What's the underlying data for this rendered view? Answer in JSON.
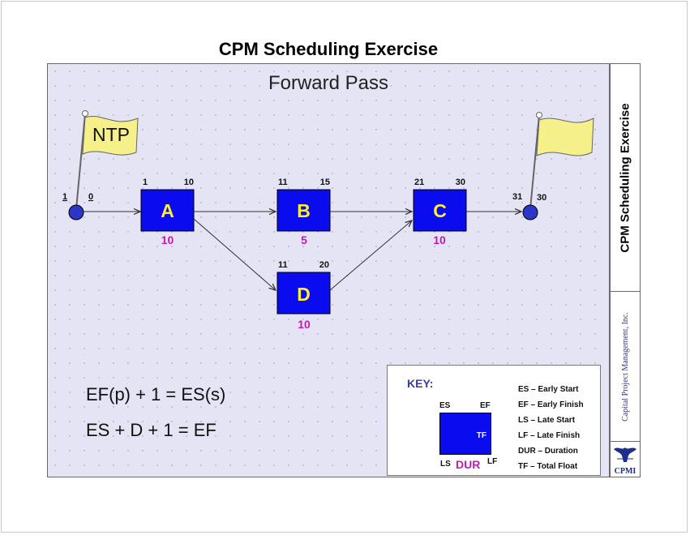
{
  "title": "CPM Scheduling Exercise",
  "subtitle": "Forward Pass",
  "side_panel": {
    "title": "CPM Scheduling Exercise",
    "company": "Capital Project Management, Inc.",
    "logo_text": "CPMI"
  },
  "colors": {
    "activity_fill": "#0b0bf0",
    "activity_letter": "#ffee33",
    "duration_text": "#c21ab4",
    "node_fill": "#2b35c8",
    "flag_fill": "#f6f08a"
  },
  "start_flag": {
    "label": "NTP"
  },
  "start_node": {
    "left_label": "1",
    "right_label": "0"
  },
  "end_node": {
    "left_label": "31",
    "right_label": "30"
  },
  "activities": [
    {
      "id": "A",
      "es": "1",
      "ef": "10",
      "duration": "10"
    },
    {
      "id": "B",
      "es": "11",
      "ef": "15",
      "duration": "5"
    },
    {
      "id": "C",
      "es": "21",
      "ef": "30",
      "duration": "10"
    },
    {
      "id": "D",
      "es": "11",
      "ef": "20",
      "duration": "10"
    }
  ],
  "formulas": [
    "EF(p) + 1 = ES(s)",
    "ES + D + 1 = EF"
  ],
  "key": {
    "title": "KEY:",
    "es": "ES",
    "ef": "EF",
    "tf": "TF",
    "ls": "LS",
    "lf": "LF",
    "dur": "DUR",
    "legend": [
      "ES – Early Start",
      "EF – Early Finish",
      "LS – Late Start",
      "LF – Late Finish",
      "DUR – Duration",
      "TF – Total Float"
    ]
  }
}
